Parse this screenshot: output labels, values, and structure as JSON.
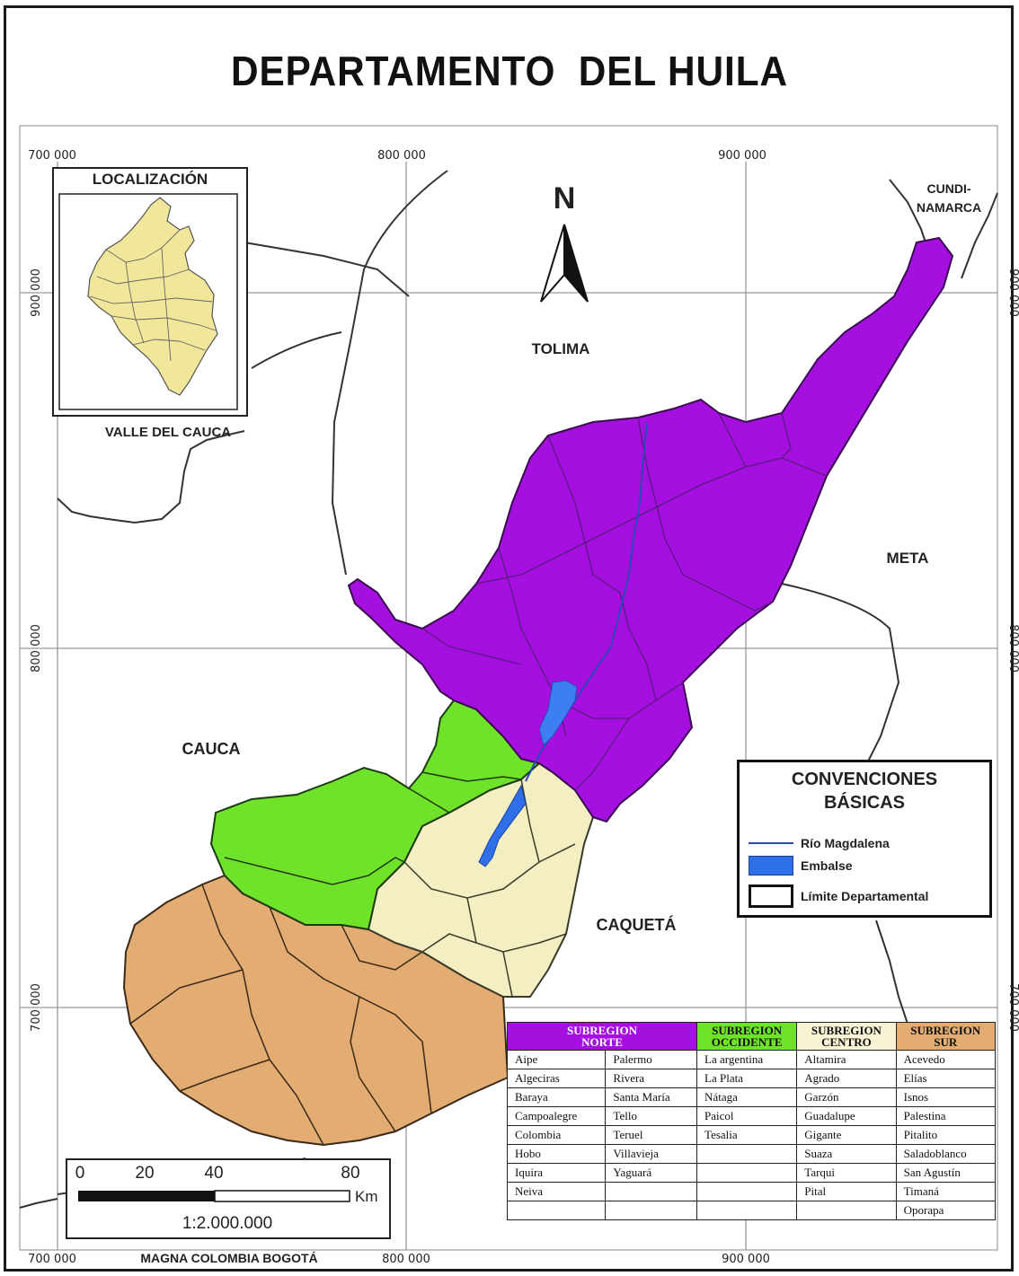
{
  "title": "DEPARTAMENTO  DEL HUILA",
  "coords": {
    "top": [
      "700 000",
      "800 000",
      "900 000"
    ],
    "bottom": [
      "700 000",
      "800 000",
      "900 000"
    ],
    "left": [
      "900 000",
      "800 000",
      "700 000"
    ],
    "right": [
      "900 000",
      "800 000",
      "700 000"
    ]
  },
  "north": "N",
  "regions": {
    "tolima": "TOLIMA",
    "cundinamarca_1": "CUNDI-",
    "cundinamarca_2": "NAMARCA",
    "meta": "META",
    "cauca": "CAUCA",
    "caqueta": "CAQUETÁ",
    "valle": "VALLE DEL CAUCA"
  },
  "inset": {
    "title": "LOCALIZACIÓN"
  },
  "legend": {
    "title_1": "CONVENCIONES",
    "title_2": "BÁSICAS",
    "items": [
      "Río Magdalena",
      "Embalse",
      "Límite Departamental"
    ]
  },
  "scale": {
    "ticks": [
      "0",
      "20",
      "40",
      "80"
    ],
    "unit": "Km",
    "ratio": "1:2.000.000",
    "datum": "MAGNA COLOMBIA BOGOTÁ"
  },
  "colors": {
    "norte": "#a510e0",
    "occidente": "#6fe22a",
    "centro": "#f4efc2",
    "sur": "#e3ac72",
    "embalse": "#2f6fe8"
  },
  "table": {
    "headers": [
      {
        "l1": "SUBREGION",
        "l2": "NORTE"
      },
      {
        "l1": "SUBREGION",
        "l2": "OCCIDENTE"
      },
      {
        "l1": "SUBREGION",
        "l2": "CENTRO"
      },
      {
        "l1": "SUBREGION",
        "l2": "SUR"
      }
    ],
    "rows": [
      [
        "Aipe",
        "Palermo",
        "La argentina",
        "Altamira",
        "Acevedo"
      ],
      [
        "Algeciras",
        "Rivera",
        "La Plata",
        "Agrado",
        "Elías"
      ],
      [
        "Baraya",
        "Santa María",
        "Nátaga",
        "Garzón",
        "Isnos"
      ],
      [
        "Campoalegre",
        "Tello",
        "Paicol",
        "Guadalupe",
        "Palestina"
      ],
      [
        "Colombia",
        "Teruel",
        "Tesalia",
        "Gigante",
        "Pitalito"
      ],
      [
        "Hobo",
        "Villavieja",
        "",
        "Suaza",
        "Saladoblanco"
      ],
      [
        "Iquira",
        "Yaguará",
        "",
        "Tarqui",
        "San Agustín"
      ],
      [
        "Neiva",
        "",
        "",
        "Pital",
        "Timaná"
      ],
      [
        "",
        "",
        "",
        "",
        "Oporapa"
      ]
    ]
  }
}
